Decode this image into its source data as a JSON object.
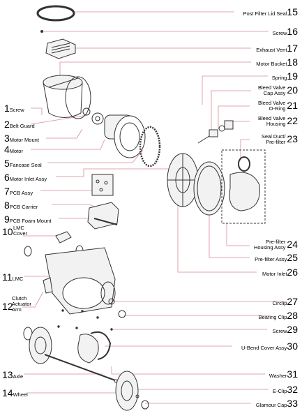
{
  "left_labels": [
    {
      "num": "1",
      "text": "Screw"
    },
    {
      "num": "2",
      "text": "Belt Guard"
    },
    {
      "num": "3",
      "text": "Motor Mount"
    },
    {
      "num": "4",
      "text": "Motor"
    },
    {
      "num": "5",
      "text": "Fancase Seal"
    },
    {
      "num": "6",
      "text": "Motor Inlet Assy"
    },
    {
      "num": "7",
      "text": "PCB Assy"
    },
    {
      "num": "8",
      "text": "PCB Carrier"
    },
    {
      "num": "9",
      "text": "PCB Foam Mount"
    },
    {
      "num": "10",
      "text1": "LMC",
      "text2": "Cover"
    },
    {
      "num": "11",
      "text": "LMC"
    },
    {
      "num": "12",
      "text1": "Clutch",
      "text2": "Actuator",
      "text3": "Arm"
    },
    {
      "num": "13",
      "text": "Axle"
    },
    {
      "num": "14",
      "text": "Wheel"
    }
  ],
  "right_labels": [
    {
      "num": "15",
      "text": "Post Filter Lid Seal"
    },
    {
      "num": "16",
      "text": "Screw"
    },
    {
      "num": "17",
      "text": "Exhaust Vent"
    },
    {
      "num": "18",
      "text": "Motor Bucket"
    },
    {
      "num": "19",
      "text": "Spring"
    },
    {
      "num": "20",
      "text1": "Bleed Valve",
      "text2": "Cap Assy"
    },
    {
      "num": "21",
      "text1": "Bleed Valve",
      "text2": "O-Ring"
    },
    {
      "num": "22",
      "text1": "Bleed Valve",
      "text2": "Housing"
    },
    {
      "num": "23",
      "text1": "Seal Duct/",
      "text2": "Pre-filter"
    },
    {
      "num": "24",
      "text1": "Pre-filter",
      "text2": "Housing Assy"
    },
    {
      "num": "25",
      "text": "Pre-filter Assy"
    },
    {
      "num": "26",
      "text": "Motor Inlet"
    },
    {
      "num": "27",
      "text": "Circlip"
    },
    {
      "num": "28",
      "text": "Bearing Clip"
    },
    {
      "num": "29",
      "text": "Screw"
    },
    {
      "num": "30",
      "text": "U-Bend Cover Assy"
    },
    {
      "num": "31",
      "text": "Washer"
    },
    {
      "num": "32",
      "text": "E-Clip"
    },
    {
      "num": "33",
      "text": "Glamour Cap"
    }
  ],
  "colors": {
    "leader": "#d98a96",
    "ink": "#333333",
    "fill": "#f2f2f2"
  }
}
